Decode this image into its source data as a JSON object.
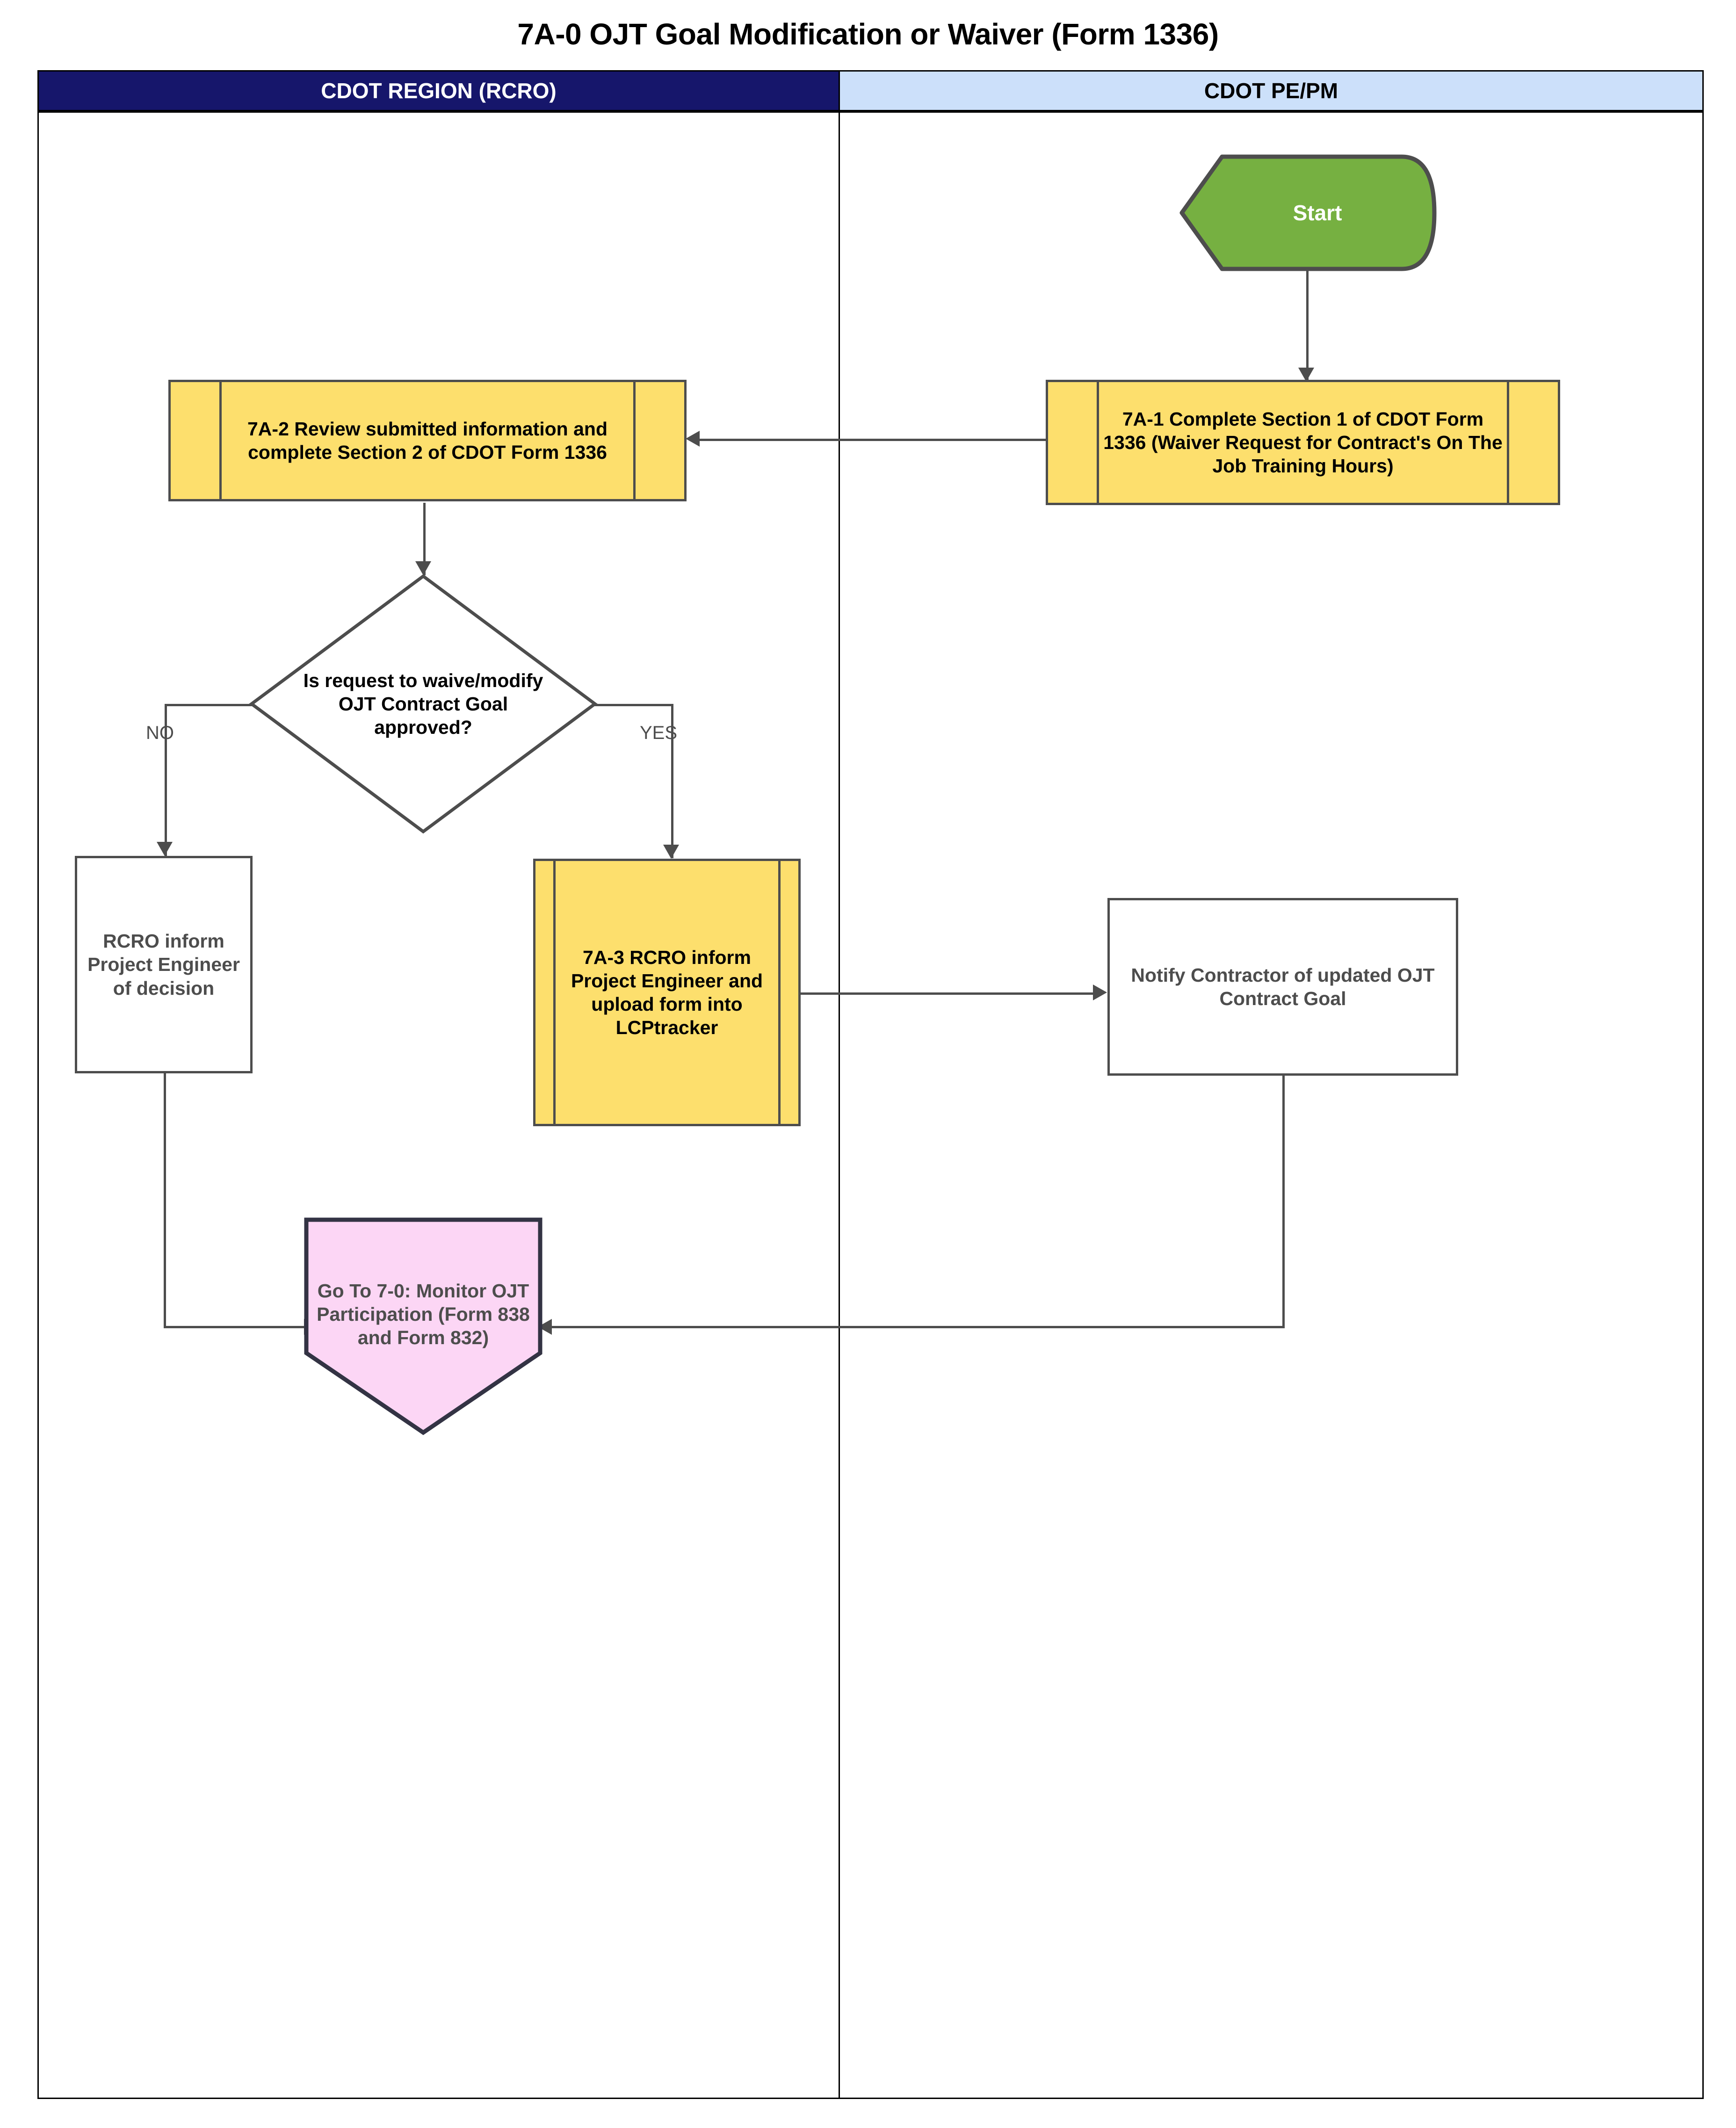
{
  "title": "7A-0 OJT Goal Modification or Waiver (Form 1336)",
  "lanes": [
    {
      "id": "rcro",
      "label": "CDOT REGION (RCRO)",
      "header_bg": "#16166B",
      "header_fg": "#ffffff"
    },
    {
      "id": "pepm",
      "label": "CDOT PE/PM",
      "header_bg": "#CCE0FA",
      "header_fg": "#000000"
    }
  ],
  "colors": {
    "yellow_fill": "#FDDF6D",
    "green_fill": "#76B041",
    "pink_fill": "#FCD6F5",
    "white_fill": "#FFFFFF",
    "shape_stroke": "#4D4D4D",
    "pink_stroke": "#333344",
    "text_dark": "#4D4D4D",
    "text_black": "#000000",
    "lane_navy": "#16166B",
    "lane_blue": "#CCE0FA"
  },
  "nodes": {
    "start": {
      "label": "Start",
      "shape": "start-arrow-pentagon",
      "lane": "pepm",
      "fill": "#76B041",
      "text_color": "#ffffff"
    },
    "step_7a1": {
      "label": "7A-1 Complete Section 1 of CDOT Form 1336 (Waiver Request for Contract's On The Job Training Hours)",
      "shape": "predefined-process",
      "lane": "pepm",
      "fill": "#FDDF6D",
      "text_color": "#000000"
    },
    "step_7a2": {
      "label": "7A-2 Review submitted information and complete Section 2 of CDOT Form 1336",
      "shape": "predefined-process",
      "lane": "rcro",
      "fill": "#FDDF6D",
      "text_color": "#000000"
    },
    "decision_approved": {
      "label": "Is request to waive/modify OJT Contract Goal approved?",
      "shape": "decision-diamond",
      "lane": "rcro",
      "fill": "#FFFFFF",
      "text_color": "#000000"
    },
    "rcro_inform": {
      "label": "RCRO inform Project Engineer of decision",
      "shape": "process",
      "lane": "rcro",
      "fill": "#FFFFFF",
      "text_color": "#4D4D4D"
    },
    "step_7a3": {
      "label": "7A-3 RCRO inform Project Engineer and upload form into LCPtracker",
      "shape": "predefined-process",
      "lane": "rcro",
      "fill": "#FDDF6D",
      "text_color": "#000000"
    },
    "notify_contractor": {
      "label": "Notify Contractor of updated OJT Contract Goal",
      "shape": "process",
      "lane": "pepm",
      "fill": "#FFFFFF",
      "text_color": "#4D4D4D"
    },
    "goto_7_0": {
      "label": "Go To 7-0:  Monitor OJT Participation (Form 838 and Form 832)",
      "shape": "off-page-pentagon",
      "lane": "rcro",
      "fill": "#FCD6F5",
      "text_color": "#4D4D4D"
    }
  },
  "edge_labels": {
    "no": "NO",
    "yes": "YES"
  },
  "chart_data": {
    "type": "flowchart",
    "title": "7A-0 OJT Goal Modification or Waiver (Form 1336)",
    "lanes": [
      "CDOT REGION (RCRO)",
      "CDOT PE/PM"
    ],
    "edges": [
      {
        "from": "start",
        "to": "step_7a1",
        "label": ""
      },
      {
        "from": "step_7a1",
        "to": "step_7a2",
        "label": ""
      },
      {
        "from": "step_7a2",
        "to": "decision_approved",
        "label": ""
      },
      {
        "from": "decision_approved",
        "to": "rcro_inform",
        "label": "NO"
      },
      {
        "from": "decision_approved",
        "to": "step_7a3",
        "label": "YES"
      },
      {
        "from": "step_7a3",
        "to": "notify_contractor",
        "label": ""
      },
      {
        "from": "rcro_inform",
        "to": "goto_7_0",
        "label": ""
      },
      {
        "from": "notify_contractor",
        "to": "goto_7_0",
        "label": ""
      }
    ]
  }
}
